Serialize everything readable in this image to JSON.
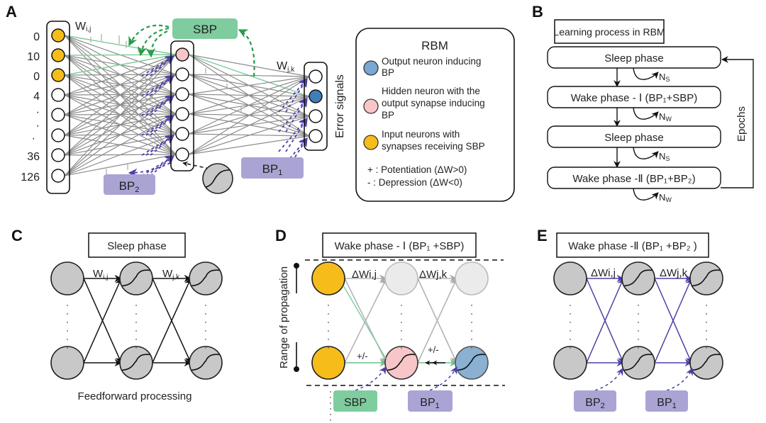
{
  "colors": {
    "input_sbp": "#f6bd1a",
    "hidden_bp": "#f8c6c8",
    "output_bp": "#3f7fb8",
    "output_bp_light": "#8ab0d2",
    "sbp_box": "#7fcc9f",
    "bp_box": "#a9a4d4",
    "sbp_arrow": "#2a9a4a",
    "bp_arrow": "#4b40a8",
    "gray_node": "#c8c8c8",
    "faded_node": "#ebebeb",
    "connection": "#8c8c8c",
    "green_line": "#7ccc9a"
  },
  "panelA": {
    "letter": "A",
    "input_values": [
      "0",
      "10",
      "0",
      "4",
      "·",
      "·",
      "36",
      "126"
    ],
    "w_ij": "W",
    "w_ij_sub": "i,j",
    "w_jk": "W",
    "w_jk_sub": "j,k",
    "sbp_label": "SBP",
    "bp2_label": "BP",
    "bp2_sub": "2",
    "bp1_label": "BP",
    "bp1_sub": "1",
    "error_signals": "Error signals"
  },
  "legend": {
    "title": "RBM",
    "items": [
      {
        "icon": "output-neuron-icon",
        "lines": [
          "Output neuron inducing",
          "BP"
        ]
      },
      {
        "icon": "hidden-neuron-icon",
        "lines": [
          "Hidden neuron with the",
          "output synapse inducing",
          "BP"
        ]
      },
      {
        "icon": "input-neuron-icon",
        "lines": [
          "Input neurons with",
          "synapses receiving SBP"
        ]
      }
    ],
    "potentiation": "+ : Potentiation (ΔW>0)",
    "depression": "- : Depression (ΔW<0)"
  },
  "panelB": {
    "letter": "B",
    "title": "Learning process in RBM",
    "steps": [
      {
        "text": "Sleep phase",
        "loop": "N",
        "loop_sub": "S"
      },
      {
        "text": "Wake phase - Ⅰ  (BP₁+SBP)",
        "loop": "N",
        "loop_sub": "W"
      },
      {
        "text": "Sleep phase",
        "loop": "N",
        "loop_sub": "S"
      },
      {
        "text": "Wake phase -Ⅱ (BP₁+BP₂)",
        "loop": "N",
        "loop_sub": "W"
      }
    ],
    "epochs": "Epochs"
  },
  "panelC": {
    "letter": "C",
    "title": "Sleep phase",
    "w_ij": "W",
    "w_ij_sub": "i,j",
    "w_jk": "W",
    "w_jk_sub": "j,k",
    "caption": "Feedforward processing"
  },
  "panelD": {
    "letter": "D",
    "title": "Wake phase - Ⅰ (BP₁ +SBP)",
    "dw_ij": "ΔWi,j",
    "dw_jk": "ΔWj,k",
    "range_label": "Range of propagation",
    "pm1": "+/-",
    "pm2": "+/-",
    "sbp_label": "SBP",
    "bp1_label": "BP",
    "bp1_sub": "1"
  },
  "panelE": {
    "letter": "E",
    "title": "Wake phase -Ⅱ (BP₁ +BP₂ )",
    "dw_ij": "ΔWi,j",
    "dw_jk": "ΔWj,k",
    "bp2_label": "BP",
    "bp2_sub": "2",
    "bp1_label": "BP",
    "bp1_sub": "1"
  }
}
